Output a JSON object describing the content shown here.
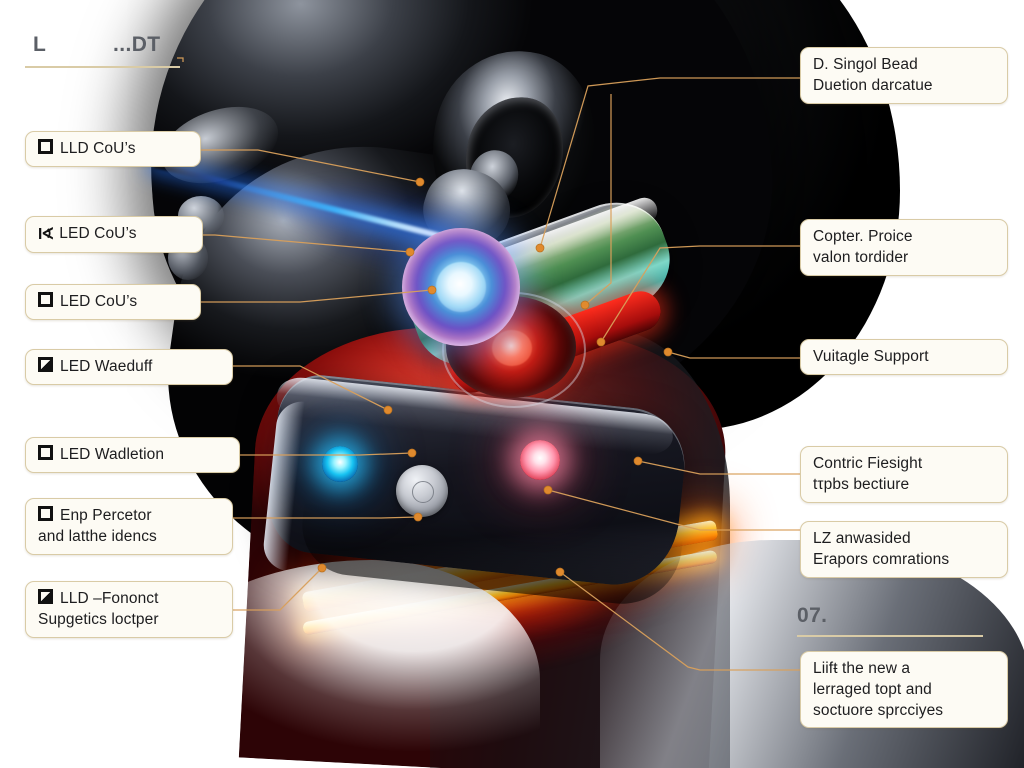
{
  "diagram": {
    "title_block": {
      "name": "title-heading",
      "text_left": "L",
      "text_right": "...DT"
    },
    "section_header": {
      "name": "section-07",
      "label": "07."
    },
    "accent_color": "#d9a05b",
    "label_fill": "#fdfbf4",
    "label_border": "#d9cba6",
    "left_callouts": [
      {
        "id": "lld-cous",
        "bullet": "square",
        "line1": "LLD CoU’s",
        "line2": ""
      },
      {
        "id": "il-led-cous",
        "bullet": "bars",
        "line1": "LED CoU’s",
        "line2": ""
      },
      {
        "id": "led-cous",
        "bullet": "square",
        "line1": "LED CoU’s",
        "line2": ""
      },
      {
        "id": "led-waeduff",
        "bullet": "square-half",
        "line1": "LED Waeduff",
        "line2": ""
      },
      {
        "id": "led-wadletion",
        "bullet": "square",
        "line1": "LED Wadletion",
        "line2": ""
      },
      {
        "id": "enp-percetor",
        "bullet": "square",
        "line1": "Enp Percetor",
        "line2": "and latthe idencs"
      },
      {
        "id": "lld-fononct",
        "bullet": "square-half",
        "line1": "LLD –Fononct",
        "line2": "Supgetics loctper"
      }
    ],
    "right_callouts": [
      {
        "id": "singol-bead",
        "line1": "D. Singol Bead",
        "line2": "Duetion darcatue"
      },
      {
        "id": "copter-proice",
        "line1": "Copter. Proice",
        "line2": "valon tordider"
      },
      {
        "id": "vuitagle-support",
        "line1": "Vuitagle Support",
        "line2": ""
      },
      {
        "id": "contric-fiesight",
        "line1": "Contric Fiesight",
        "line2": "tτpbs bectiure"
      },
      {
        "id": "lz-anwasided",
        "line1": "LZ anwasided",
        "line2": "Erapors comrations"
      },
      {
        "id": "liift-the-new",
        "line1": "Liifŧ the new a",
        "line2": "lerraged topt and",
        "line3": "soctuore sprcciyes"
      }
    ]
  }
}
